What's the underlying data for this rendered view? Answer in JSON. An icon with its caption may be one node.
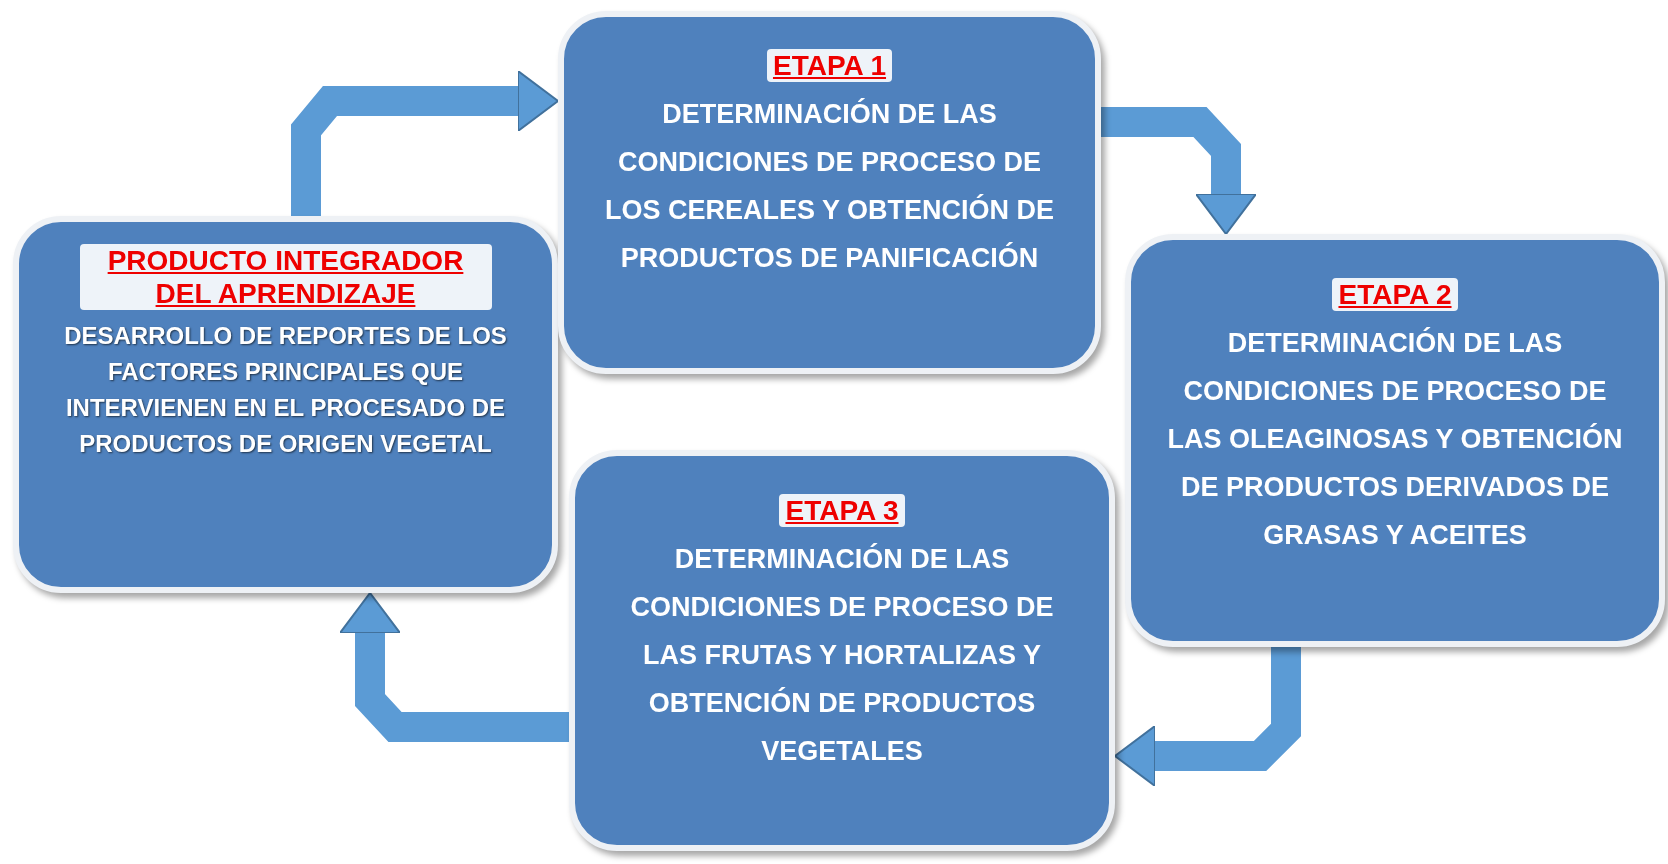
{
  "diagram": {
    "nodes": [
      {
        "text": [
          "PRODUCTO INTEGRADOR DEL APRENDIZAJE",
          "DESARROLLO DE REPORTES DE LOS FACTORES PRINCIPALES QUE INTERVIENEN EN EL PROCESADO DE PRODUCTOS DE ORIGEN VEGETAL"
        ]
      },
      {
        "text": [
          "ETAPA 1",
          "DETERMINACIÓN DE LAS CONDICIONES DE PROCESO DE LOS CEREALES Y OBTENCIÓN DE PRODUCTOS DE PANIFICACIÓN"
        ]
      },
      {
        "text": [
          "ETAPA 2",
          "DETERMINACIÓN DE LAS CONDICIONES DE PROCESO DE LAS OLEAGINOSAS Y OBTENCIÓN DE PRODUCTOS DERIVADOS DE GRASAS Y ACEITES"
        ]
      },
      {
        "text": [
          "ETAPA 3",
          "DETERMINACIÓN DE LAS CONDICIONES DE PROCESO DE LAS FRUTAS Y HORTALIZAS Y OBTENCIÓN DE PRODUCTOS VEGETALES"
        ]
      }
    ],
    "edges": [
      {
        "from": 0,
        "to": 1,
        "arrow": "to"
      },
      {
        "from": 1,
        "to": 2,
        "arrow": "to"
      },
      {
        "from": 2,
        "to": 3,
        "arrow": "to"
      },
      {
        "from": 3,
        "to": 0,
        "arrow": "to"
      }
    ]
  }
}
